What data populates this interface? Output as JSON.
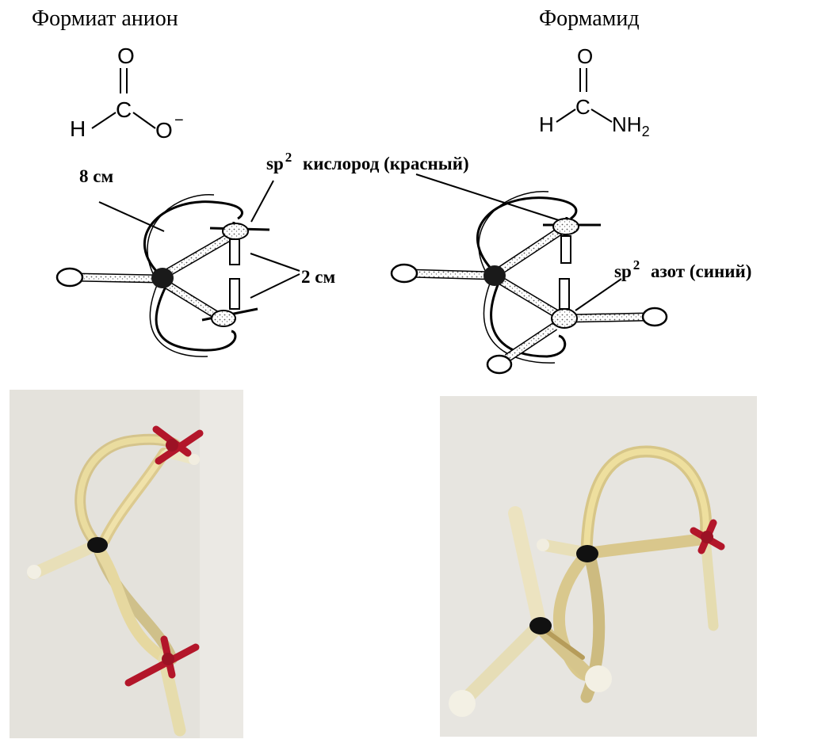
{
  "formate": {
    "title": "Формиат анион",
    "atoms": {
      "o_top": "O",
      "c": "C",
      "h": "H",
      "o_minus": "O",
      "charge": "−"
    }
  },
  "formamide": {
    "title": "Формамид",
    "atoms": {
      "o_top": "O",
      "c": "C",
      "h": "H",
      "n": "NH",
      "n_sub": "2"
    }
  },
  "labels": {
    "length_8": "8 см",
    "length_2": "2 см",
    "sp_oxygen_prefix": "sp",
    "sp_oxygen_sup": "2",
    "oxygen_label": "кислород (красный)",
    "sp_nitrogen_prefix": "sp",
    "sp_nitrogen_sup": "2",
    "nitrogen_label": "азот (синий)"
  },
  "colors": {
    "tube": "#e9d79b",
    "tube_dark": "#a98f55",
    "oxygen_red": "#b3162a",
    "black_joint": "#111111",
    "white_ball": "#f4f0e2",
    "photo_bg_left": "#e3e1db",
    "photo_bg_right": "#e6e4df"
  }
}
